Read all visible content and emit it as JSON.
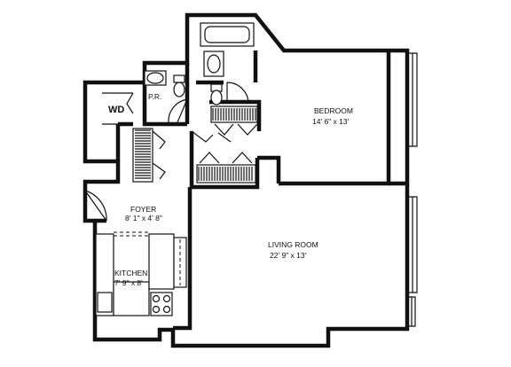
{
  "rooms": {
    "bedroom": {
      "name": "BEDROOM",
      "size": "14' 6\" x 13'"
    },
    "living_room": {
      "name": "LIVING ROOM",
      "size": "22' 9\" x 13'"
    },
    "foyer": {
      "name": "FOYER",
      "size": "8' 1\" x 4' 8\""
    },
    "kitchen": {
      "name": "KITCHEN",
      "size": "7' 9\" x 8'"
    }
  },
  "fixtures": {
    "powder_room": "P.R.",
    "washer_dryer": "WD"
  }
}
